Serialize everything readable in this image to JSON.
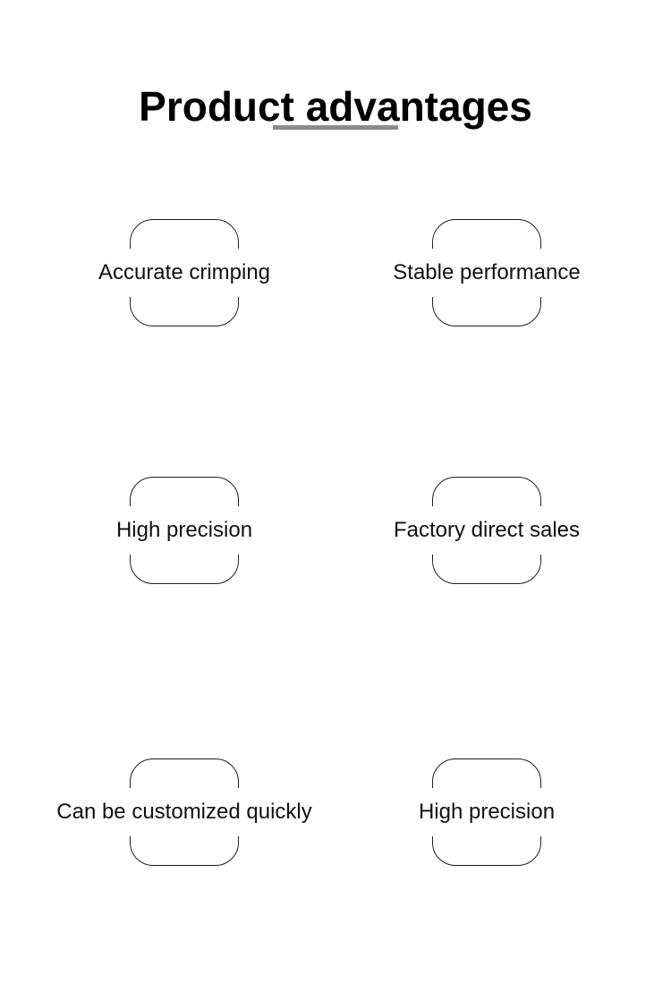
{
  "page": {
    "title": "Product advantages"
  },
  "theme": {
    "background_color": "#ffffff",
    "title_color": "#000000",
    "underline_color": "#8c8c8c",
    "frame_border_color": "#1f1f1f",
    "label_color": "#111111"
  },
  "advantages": [
    {
      "label": "Accurate crimping"
    },
    {
      "label": "Stable performance"
    },
    {
      "label": "High precision"
    },
    {
      "label": "Factory direct sales"
    },
    {
      "label": "Can be customized quickly"
    },
    {
      "label": "High precision"
    }
  ]
}
